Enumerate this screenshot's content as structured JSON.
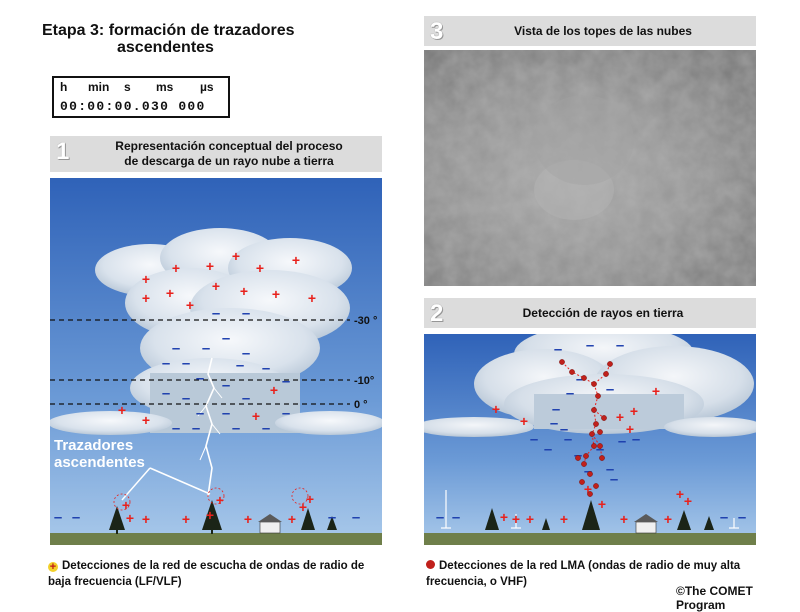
{
  "stage_title_line1": "Etapa 3: formación de trazadores",
  "stage_title_line2": "ascendentes",
  "timer": {
    "units": [
      "h",
      "min",
      "s",
      "ms",
      "µs"
    ],
    "value": "00:00:00.030 000"
  },
  "panel1": {
    "number": "1",
    "title_line1": "Representación conceptual del proceso",
    "title_line2": "de descarga de un rayo nube a tierra",
    "isotherms": [
      "-30 °",
      "-10°",
      "0 °"
    ],
    "annotation_line1": "Trazadores",
    "annotation_line2": "ascendentes"
  },
  "panel2": {
    "number": "2",
    "title": "Detección de rayos en tierra"
  },
  "panel3": {
    "number": "3",
    "title": "Vista de los topes de las nubes"
  },
  "legend_left": {
    "icon": "plus-marker-icon",
    "line1": "Detecciones de la red de escucha de ondas de radio de",
    "line2": "baja frecuencia (LF/VLF)"
  },
  "legend_right": {
    "icon": "red-dot-icon",
    "line1": "Detecciones de la red LMA (ondas de radio de muy alta",
    "line2": "frecuencia, o VHF)"
  },
  "credit": "©The COMET Program",
  "colors": {
    "positive": "#e8211c",
    "negative": "#1d3fae",
    "sky_top": "#2f62b8",
    "sky_bottom": "#9fc3e8",
    "ground": "#6f7f4a",
    "header_bg": "#dcdcdc"
  }
}
